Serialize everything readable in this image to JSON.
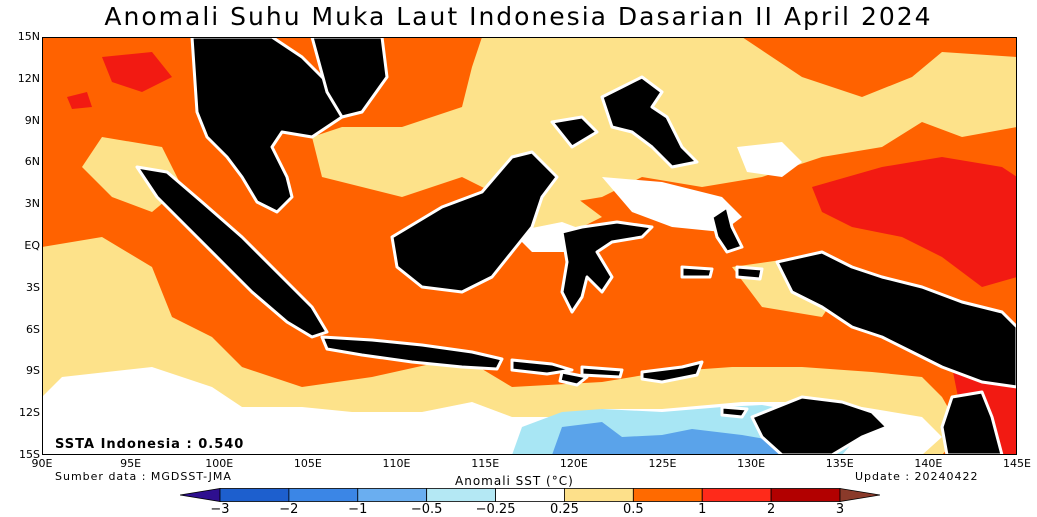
{
  "title": "Anomali Suhu Muka Laut Indonesia Dasarian II April 2024",
  "y_ticks": [
    "15N",
    "12N",
    "9N",
    "6N",
    "3N",
    "EQ",
    "3S",
    "6S",
    "9S",
    "12S",
    "15S"
  ],
  "x_ticks": [
    "90E",
    "95E",
    "100E",
    "105E",
    "110E",
    "115E",
    "120E",
    "125E",
    "130E",
    "135E",
    "140E",
    "145E"
  ],
  "ssta_text": "SSTA Indonesia : 0.540",
  "source_text": "Sumber data : MGDSST-JMA",
  "colorbar_title": "Anomali SST (°C)",
  "update_text": "Update : 20240422",
  "colorbar_ticks": [
    "−3",
    "−2",
    "−1",
    "−0.5",
    "−0.25",
    "0.25",
    "0.5",
    "1",
    "2",
    "3"
  ],
  "colorbar_colors": [
    "#2e0f8f",
    "#1d5fce",
    "#3b86e6",
    "#6aaef0",
    "#b4e8f4",
    "#ffffff",
    "#fde08a",
    "#ff6a00",
    "#ff2a1a",
    "#b20000",
    "#8a3a2a"
  ],
  "colors": {
    "land": "#000000",
    "coast": "#ffffff",
    "orange": "#ff6200",
    "yellow": "#fde28a",
    "red": "#f21a12",
    "white": "#ffffff",
    "light_blue": "#a8e6f4",
    "blue": "#5aa3ea"
  }
}
